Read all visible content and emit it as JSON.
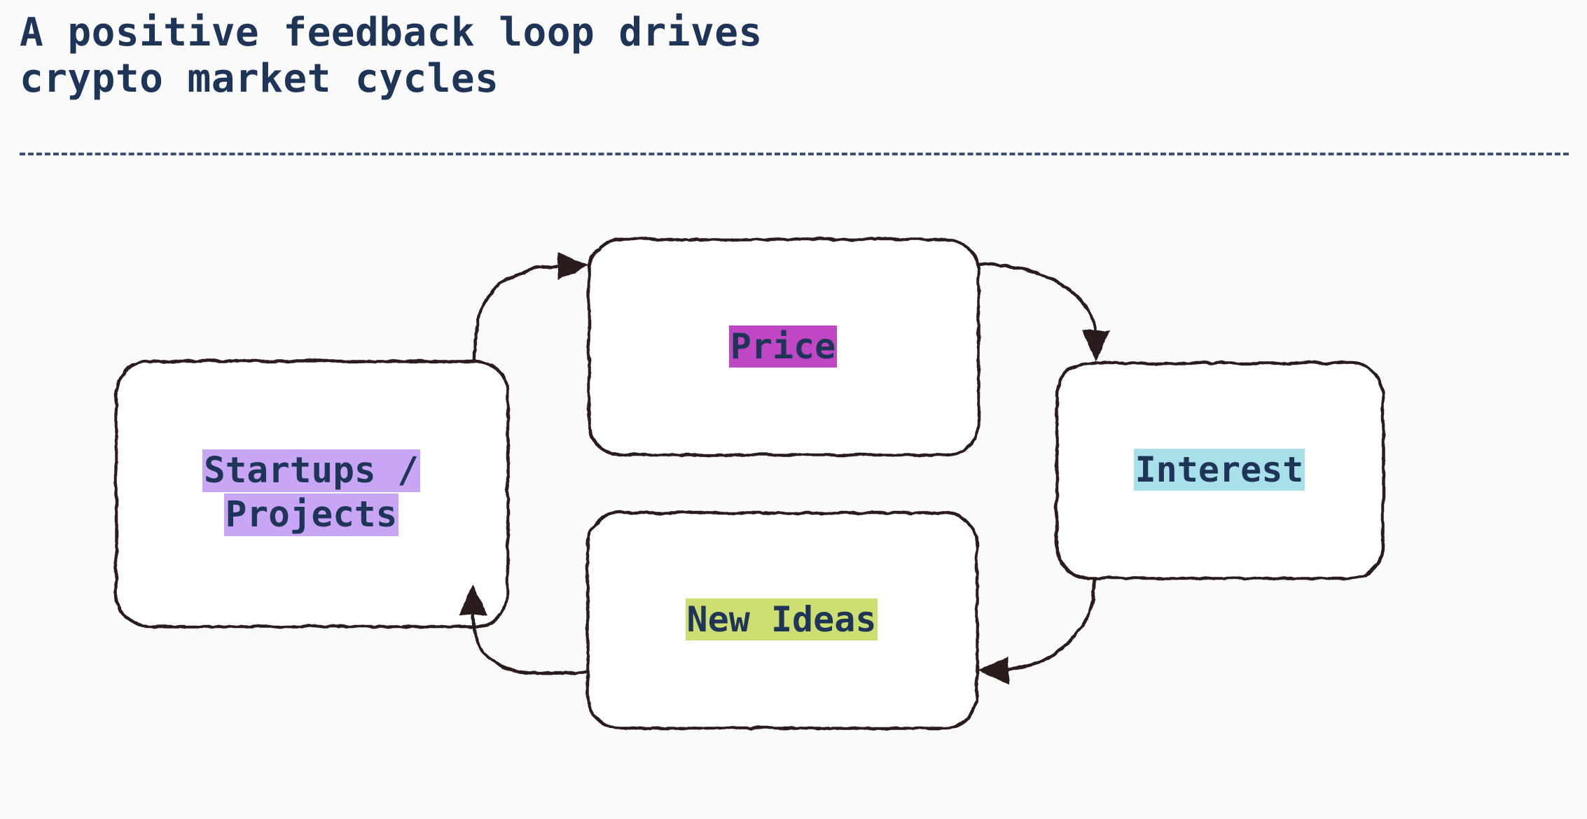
{
  "page": {
    "background_color": "#fafafa",
    "title": "A positive feedback loop drives\ncrypto market cycles",
    "title_color": "#1f3557",
    "divider_color": "#3d5071"
  },
  "diagram": {
    "type": "cycle-flowchart",
    "style": "hand-drawn",
    "stroke_color": "#2b1d1a",
    "node_fill": "#ffffff",
    "nodes": [
      {
        "id": "startups",
        "label": "Startups /\nProjects",
        "highlight_color": "#c9a6f5",
        "text_color": "#1f3557"
      },
      {
        "id": "price",
        "label": "Price",
        "highlight_color": "#bf47c4",
        "text_color": "#1f3557"
      },
      {
        "id": "interest",
        "label": "Interest",
        "highlight_color": "#a8e0ea",
        "text_color": "#1f3557"
      },
      {
        "id": "newideas",
        "label": "New Ideas",
        "highlight_color": "#ccdd72",
        "text_color": "#1f3557"
      }
    ],
    "edges": [
      {
        "id": "edge-startups-price",
        "from": "startups",
        "to": "price",
        "arrowhead": "right"
      },
      {
        "id": "edge-price-interest",
        "from": "price",
        "to": "interest",
        "arrowhead": "down"
      },
      {
        "id": "edge-interest-newideas",
        "from": "interest",
        "to": "newideas",
        "arrowhead": "left"
      },
      {
        "id": "edge-newideas-startups",
        "from": "newideas",
        "to": "startups",
        "arrowhead": "up"
      }
    ]
  }
}
